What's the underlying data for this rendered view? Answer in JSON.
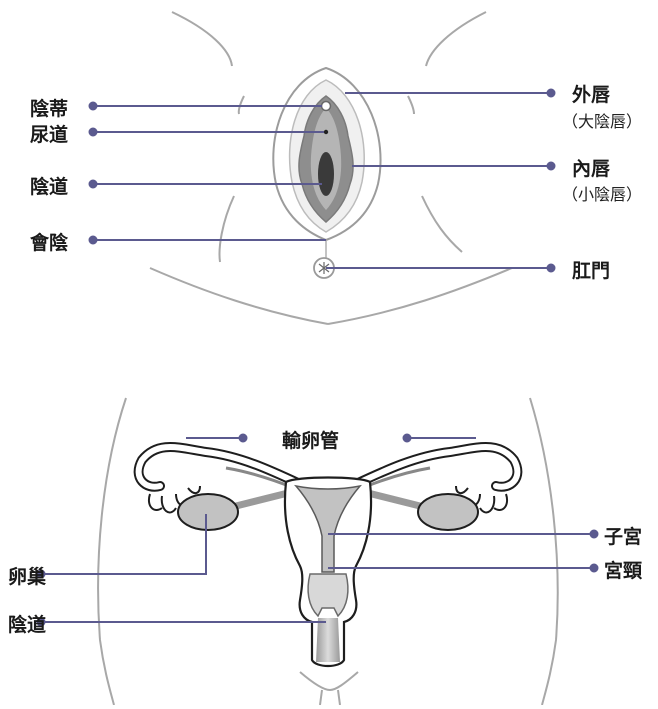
{
  "external": {
    "clitoris": "陰蒂",
    "urethra": "尿道",
    "vagina": "陰道",
    "perineum": "會陰",
    "labia_majora": "外唇",
    "labia_majora_alt": "（大陰唇）",
    "labia_minora": "內唇",
    "labia_minora_alt": "（小陰唇）",
    "anus": "肛門"
  },
  "internal": {
    "fallopian_tube": "輸卵管",
    "ovary": "卵巢",
    "vagina": "陰道",
    "uterus": "子宮",
    "cervix": "宮頸"
  },
  "colors": {
    "leader": "#5b5a8f",
    "outline": "#999999",
    "organ_fill": "#c2c2c2"
  }
}
